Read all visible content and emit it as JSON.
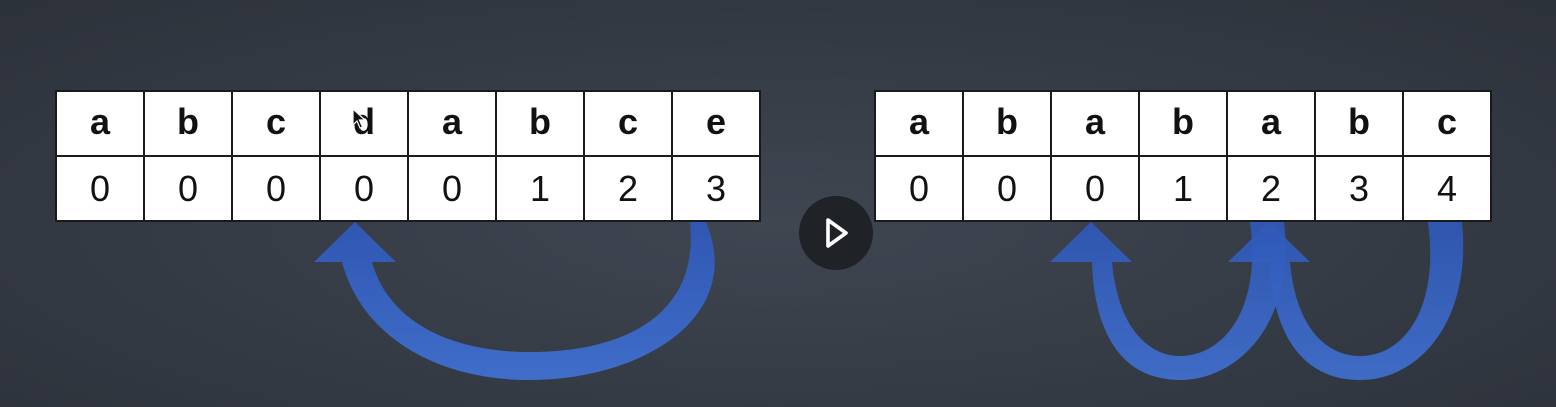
{
  "colors": {
    "background": "#353b45",
    "highlight": "#9ccc85",
    "arrow": "#3a66c4",
    "cell_bg": "#ffffff",
    "cell_border": "#1a1a1a",
    "play_button": "#1f2226"
  },
  "left_table": {
    "characters": [
      "a",
      "b",
      "c",
      "d",
      "a",
      "b",
      "c",
      "e"
    ],
    "values": [
      "0",
      "0",
      "0",
      "0",
      "0",
      "1",
      "2",
      "3"
    ],
    "highlight_chars": [
      true,
      true,
      true,
      false,
      true,
      true,
      true,
      false
    ],
    "highlight_values": [
      false,
      false,
      false,
      false,
      false,
      true,
      true,
      true
    ]
  },
  "right_table": {
    "characters": [
      "a",
      "b",
      "a",
      "b",
      "a",
      "b",
      "c"
    ],
    "values": [
      "0",
      "0",
      "0",
      "1",
      "2",
      "3",
      "4"
    ]
  },
  "player": {
    "play_icon": "play-icon"
  }
}
